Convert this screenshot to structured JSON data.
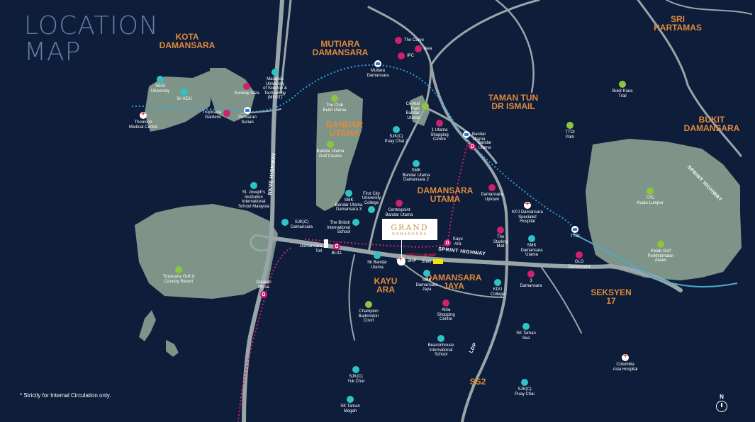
{
  "title": {
    "line1": "LOCATION",
    "line2": "MAP"
  },
  "colors": {
    "background": "#0e1d3a",
    "land": "#7f9488",
    "road": "#9aa5a9",
    "area_label": "#e08a3a",
    "rail_blue": "#2aa3e0",
    "rail_pink": "#d0206e",
    "education": "#2ec4c6",
    "shopping": "#d0206e",
    "park": "#8cc63f",
    "hospital": "#e0283c"
  },
  "areas": [
    {
      "name": "KOTA\nDAMANSARA"
    },
    {
      "name": "MUTIARA\nDAMANSARA"
    },
    {
      "name": "SRI\nHARTAMAS"
    },
    {
      "name": "TAMAN TUN\nDR ISMAIL"
    },
    {
      "name": "BUKIT\nDAMANSARA"
    },
    {
      "name": "BANDAR\nUTAMA"
    },
    {
      "name": "DAMANSARA\nUTAMA"
    },
    {
      "name": "KAYU\nARA"
    },
    {
      "name": "DAMANSARA\nJAYA"
    },
    {
      "name": "SEKSYEN\n17"
    },
    {
      "name": "SS2"
    }
  ],
  "highways": [
    {
      "name": "NKVE HIGHWAY"
    },
    {
      "name": "SPRINT HIGHWAY"
    },
    {
      "name": "SPRINT HIGHWAY"
    },
    {
      "name": "LDP"
    }
  ],
  "pois": [
    {
      "name": "SEGi\nUniversity",
      "icon": "education-icon"
    },
    {
      "name": "Sri KDU",
      "icon": "education-icon"
    },
    {
      "name": "Thomson\nMedical Centre",
      "icon": "hospital-icon"
    },
    {
      "name": "Tropicana\nGardens",
      "icon": "shopping-icon"
    },
    {
      "name": "Persiaran\nSurian",
      "icon": "rail-station-icon"
    },
    {
      "name": "Sunway Giza",
      "icon": "shopping-icon"
    },
    {
      "name": "Malaysia\nUniversity\nof Science &\nTechnology\n(MUST)",
      "icon": "education-icon"
    },
    {
      "name": "Mutiara\nDamansara",
      "icon": "rail-station-icon"
    },
    {
      "name": "The Curve",
      "icon": "shopping-icon"
    },
    {
      "name": "Ikea",
      "icon": "shopping-icon"
    },
    {
      "name": "IPC",
      "icon": "shopping-icon"
    },
    {
      "name": "The Club\nBukit Utama",
      "icon": "park-icon"
    },
    {
      "name": "Central\nPark\nBandar\nUtama",
      "icon": "park-icon"
    },
    {
      "name": "1 Utama\nShopping\nCentre",
      "icon": "shopping-icon"
    },
    {
      "name": "SJK(C)\nPuay Chai 2",
      "icon": "education-icon"
    },
    {
      "name": "Bandar\nUtama",
      "icon": "rail-station-icon"
    },
    {
      "name": "Bandar\nUtama",
      "icon": "bus-stop-icon"
    },
    {
      "name": "Bukit Kiara\nTrail",
      "icon": "park-icon"
    },
    {
      "name": "TTDI\nPark",
      "icon": "park-icon"
    },
    {
      "name": "Bandar Utama\nGolf Course",
      "icon": "park-icon"
    },
    {
      "name": "SMK\nBandar Utama\nDamansara 2",
      "icon": "education-icon"
    },
    {
      "name": "Damansara\nUptown",
      "icon": "shopping-icon"
    },
    {
      "name": "TPC\nKuala Lumpur",
      "icon": "park-icon"
    },
    {
      "name": "SMK\nBandar Utama\nDamansara 3",
      "icon": "education-icon"
    },
    {
      "name": "First City\nUniversity\nCollege",
      "icon": "education-icon"
    },
    {
      "name": "Centrepoint\nBandar Utama",
      "icon": "shopping-icon"
    },
    {
      "name": "KPJ Damansara\nSpecialist\nHospital",
      "icon": "hospital-icon"
    },
    {
      "name": "St. Joseph's\nInstitution\nInternational\nSchool Malaysia",
      "icon": "education-icon"
    },
    {
      "name": "The British\nInternational\nSchool",
      "icon": "education-icon"
    },
    {
      "name": "SJK(C)\nDamansara",
      "icon": "education-icon"
    },
    {
      "name": "Kayu\nAra",
      "icon": "bus-stop-icon"
    },
    {
      "name": "The\nStarling\nMall",
      "icon": "shopping-icon"
    },
    {
      "name": "SMK\nDamansara\nUtama",
      "icon": "education-icon"
    },
    {
      "name": "TTDI",
      "icon": "rail-station-icon"
    },
    {
      "name": "Kelab Golf\nPerkhidmatan\nAwam",
      "icon": "park-icon"
    },
    {
      "name": "BU11",
      "icon": "bus-stop-icon"
    },
    {
      "name": "Sk Bandar\nUtama",
      "icon": "education-icon"
    },
    {
      "name": "BHP",
      "icon": "petrol-icon"
    },
    {
      "name": "Shell",
      "icon": "petrol-icon"
    },
    {
      "name": "GLO\nDamansara",
      "icon": "shopping-icon"
    },
    {
      "name": "Tropicana Golf &\nCountry Resort",
      "icon": "park-icon"
    },
    {
      "name": "SMK\nDamansara\nJaya",
      "icon": "education-icon"
    },
    {
      "name": "KDU\nCollege",
      "icon": "education-icon"
    },
    {
      "name": "3\nDamansara",
      "icon": "shopping-icon"
    },
    {
      "name": "Dataran\nPrima",
      "icon": "bus-stop-icon"
    },
    {
      "name": "Champion\nBadminton\nCourt",
      "icon": "park-icon"
    },
    {
      "name": "Atria\nShopping\nCentre",
      "icon": "shopping-icon"
    },
    {
      "name": "SK Taman\nSea",
      "icon": "education-icon"
    },
    {
      "name": "Beaconhouse\nInternational\nSchool",
      "icon": "education-icon"
    },
    {
      "name": "Columbia\nAsia Hospital",
      "icon": "hospital-icon"
    },
    {
      "name": "SJK(C)\nYuk Chai",
      "icon": "education-icon"
    },
    {
      "name": "SJK(C)\nPuay Chai",
      "icon": "education-icon"
    },
    {
      "name": "SK Taman\nMegah",
      "icon": "education-icon"
    }
  ],
  "toll": {
    "name": "Damansara\nToll"
  },
  "project": {
    "name": "GRAND",
    "sub": "DAMANSARA",
    "link": "DIRECT LINKWAY"
  },
  "note": "* Strictly for Internal Circulation only.",
  "north": "N"
}
